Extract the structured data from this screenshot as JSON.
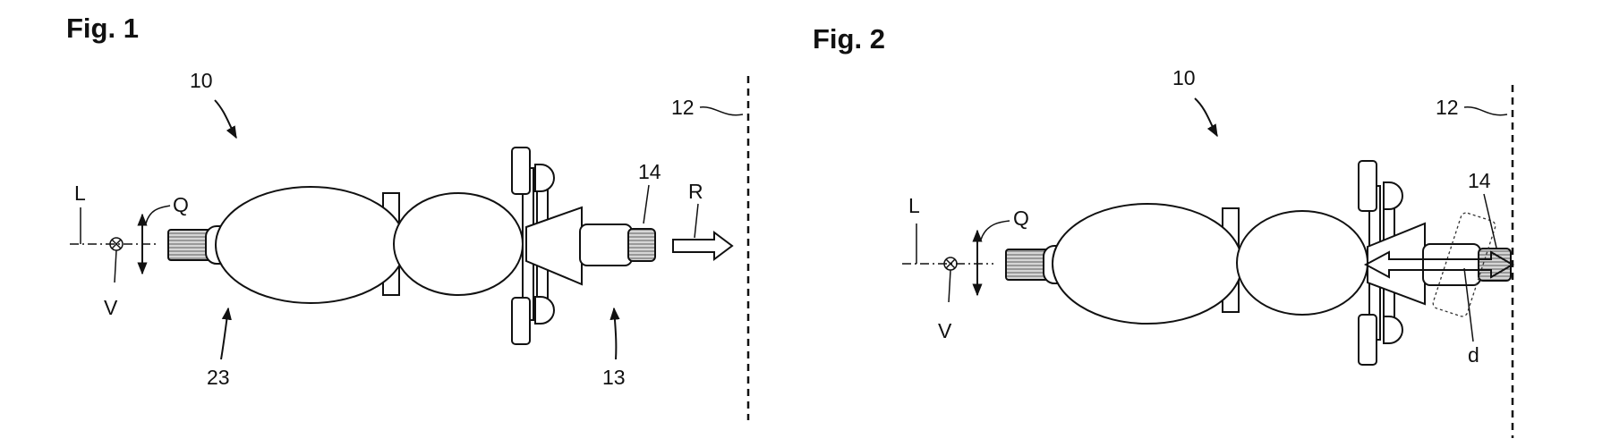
{
  "figures": [
    {
      "title": "Fig. 1",
      "labels": {
        "vehicle": "10",
        "boundary": "12",
        "rear": "23",
        "front": "13",
        "wheel": "14",
        "longitudinal": "L",
        "transverse": "Q",
        "vertical": "V",
        "direction": "R"
      }
    },
    {
      "title": "Fig. 2",
      "labels": {
        "vehicle": "10",
        "boundary": "12",
        "wheel": "14",
        "longitudinal": "L",
        "transverse": "Q",
        "vertical": "V",
        "distance": "d"
      }
    }
  ]
}
